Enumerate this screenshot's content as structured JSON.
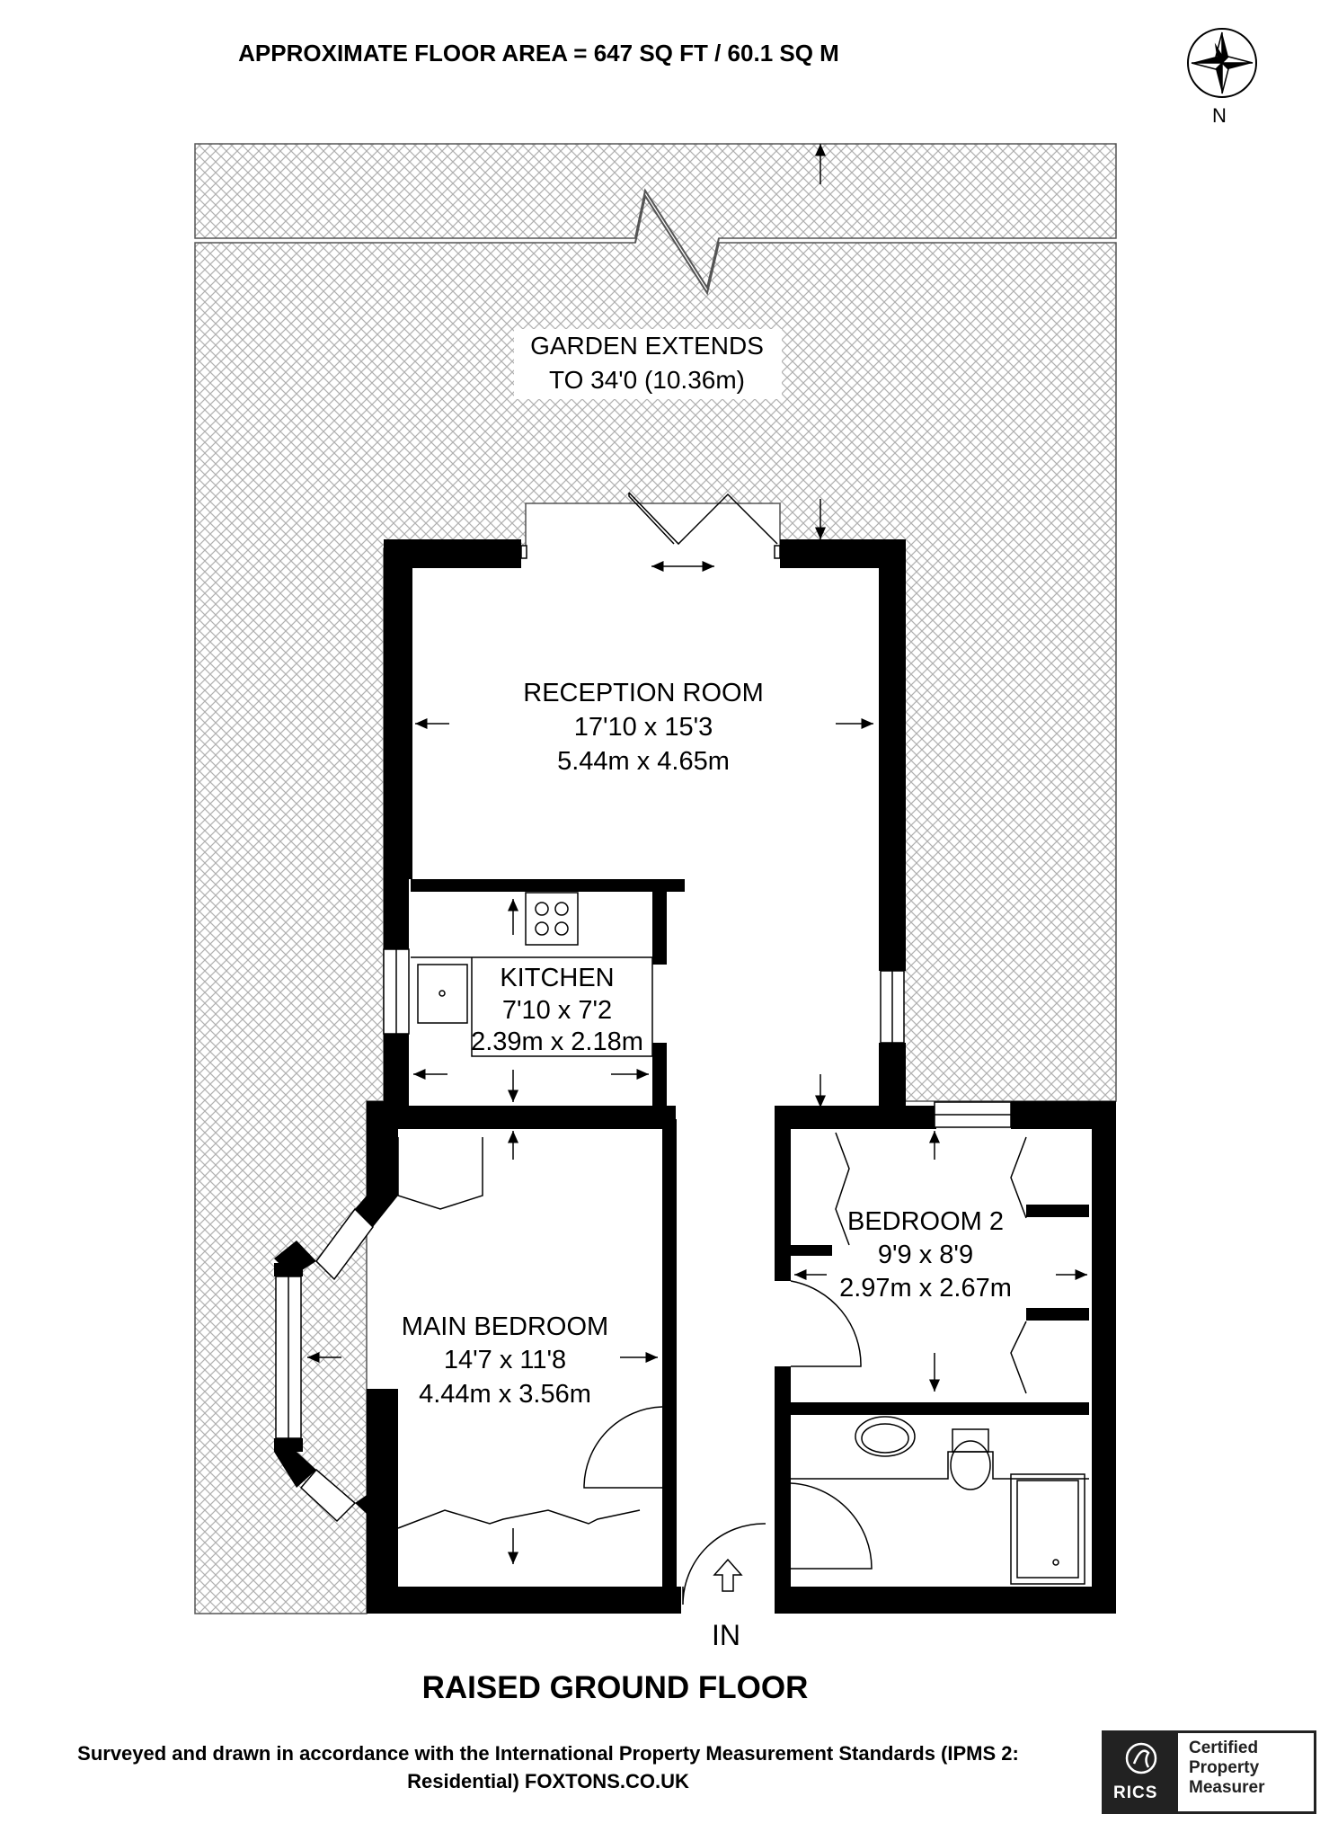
{
  "header": {
    "area": "APPROXIMATE FLOOR AREA = 647 SQ FT / 60.1 SQ M"
  },
  "compass": {
    "north": "N"
  },
  "garden": {
    "line1": "GARDEN EXTENDS",
    "line2": "TO 34'0 (10.36m)"
  },
  "rooms": {
    "reception": {
      "name": "RECEPTION ROOM",
      "imperial": "17'10 x 15'3",
      "metric": "5.44m x 4.65m"
    },
    "kitchen": {
      "name": "KITCHEN",
      "imperial": "7'10 x 7'2",
      "metric": "2.39m x 2.18m"
    },
    "main_bedroom": {
      "name": "MAIN BEDROOM",
      "imperial": "14'7 x 11'8",
      "metric": "4.44m x 3.56m"
    },
    "bedroom2": {
      "name": "BEDROOM 2",
      "imperial": "9'9 x 8'9",
      "metric": "2.97m x 2.67m"
    }
  },
  "entrance": {
    "label": "IN"
  },
  "floor": {
    "title": "RAISED GROUND FLOOR"
  },
  "footer": {
    "line1": "Surveyed and drawn in accordance with the International Property Measurement Standards (IPMS 2:",
    "line2": "Residential) FOXTONS.CO.UK"
  },
  "badge": {
    "org": "RICS",
    "line1": "Certified",
    "line2": "Property",
    "line3": "Measurer"
  },
  "colors": {
    "wall": "#000000",
    "hatch": "#b0b0b0",
    "badge": "#222222"
  }
}
